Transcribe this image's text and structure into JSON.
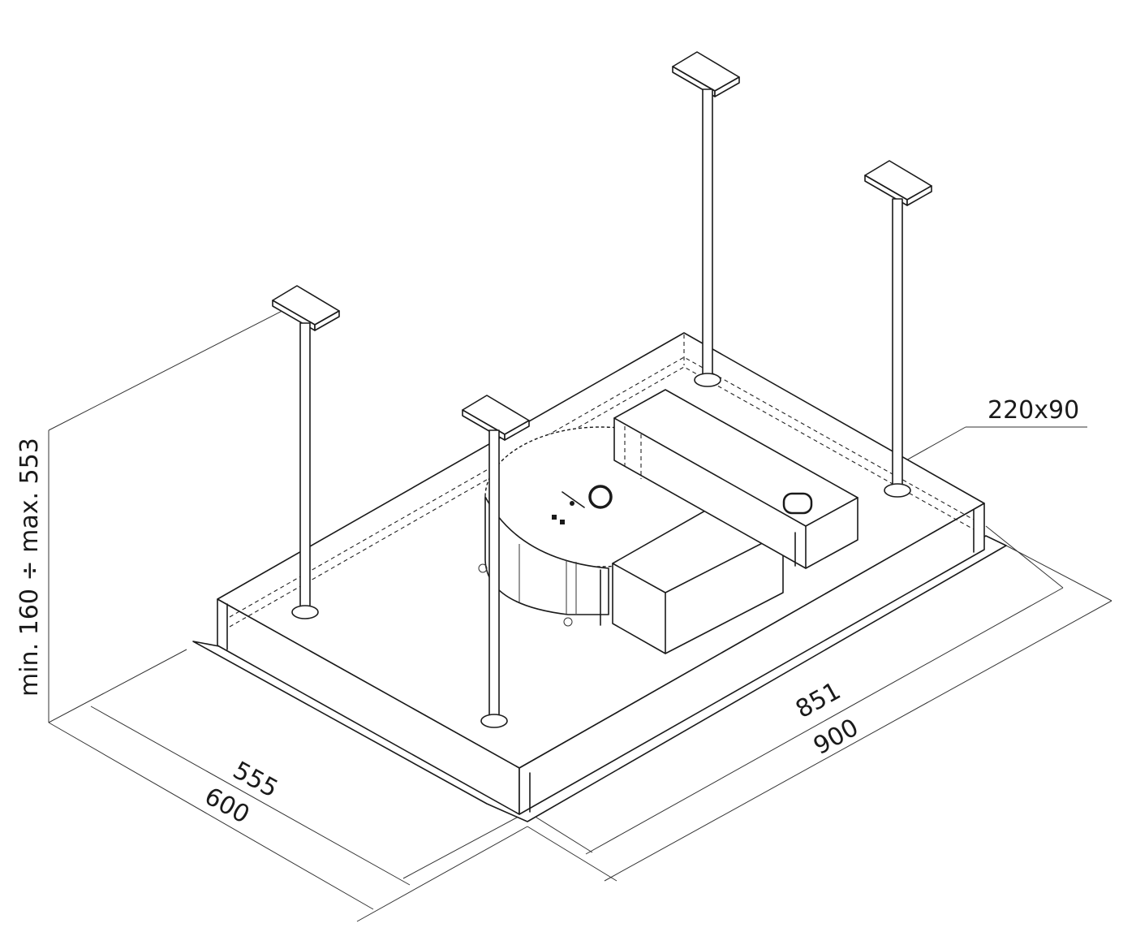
{
  "dimensions": {
    "height_range": "min. 160 ÷ max. 553",
    "depth_inner": "555",
    "depth_outer": "600",
    "width_inner": "851",
    "width_outer": "900",
    "outlet": "220x90"
  }
}
